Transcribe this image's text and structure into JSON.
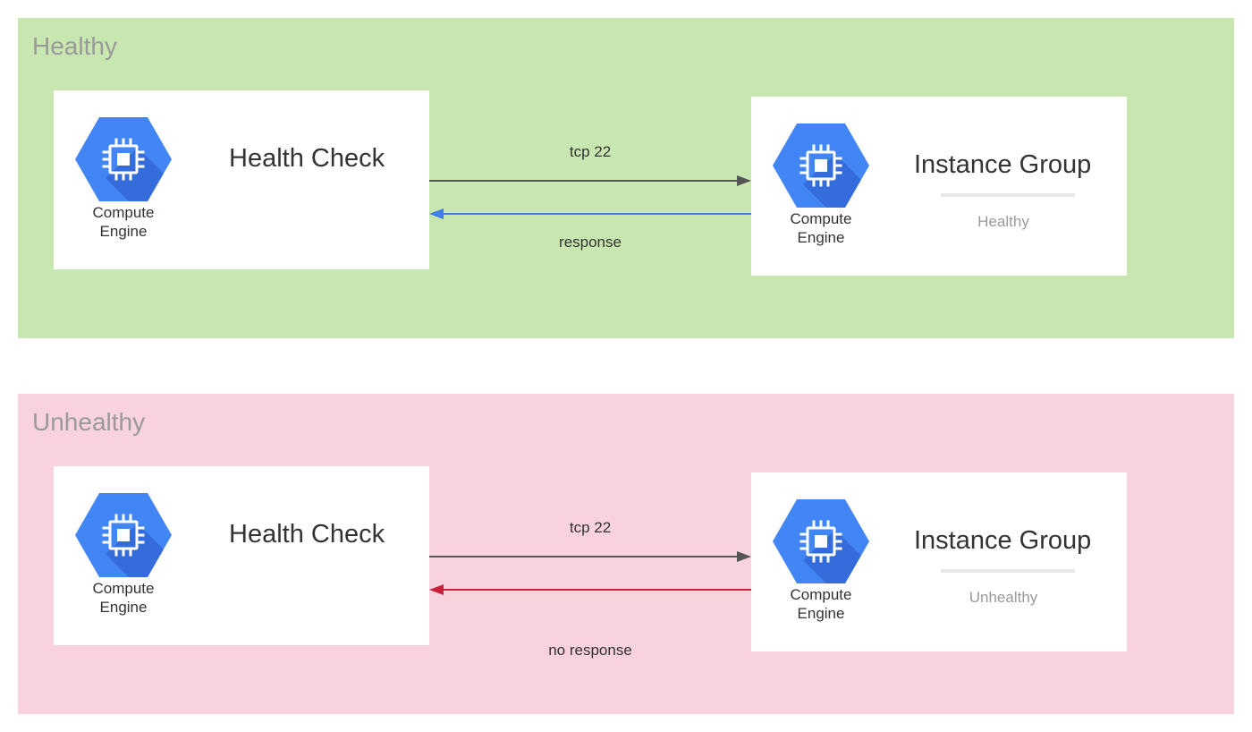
{
  "panels": [
    {
      "title": "Healthy",
      "background": "#c8e6b0",
      "health_check": {
        "title": "Health Check",
        "engine_label_line1": "Compute",
        "engine_label_line2": "Engine"
      },
      "instance_group": {
        "title": "Instance Group",
        "engine_label_line1": "Compute",
        "engine_label_line2": "Engine",
        "status": "Healthy"
      },
      "request_label": "tcp 22",
      "response_label": "response",
      "response_color": "#3d7eea"
    },
    {
      "title": "Unhealthy",
      "background": "#f8d2dc",
      "health_check": {
        "title": "Health Check",
        "engine_label_line1": "Compute",
        "engine_label_line2": "Engine"
      },
      "instance_group": {
        "title": "Instance Group",
        "engine_label_line1": "Compute",
        "engine_label_line2": "Engine",
        "status": "Unhealthy"
      },
      "request_label": "tcp 22",
      "response_label": "no response",
      "response_color": "#c9203a"
    }
  ],
  "colors": {
    "icon_blue": "#4285f4",
    "icon_shadow": "#3367d6",
    "request_arrow": "#555555"
  },
  "icon_name": "compute-engine-icon"
}
